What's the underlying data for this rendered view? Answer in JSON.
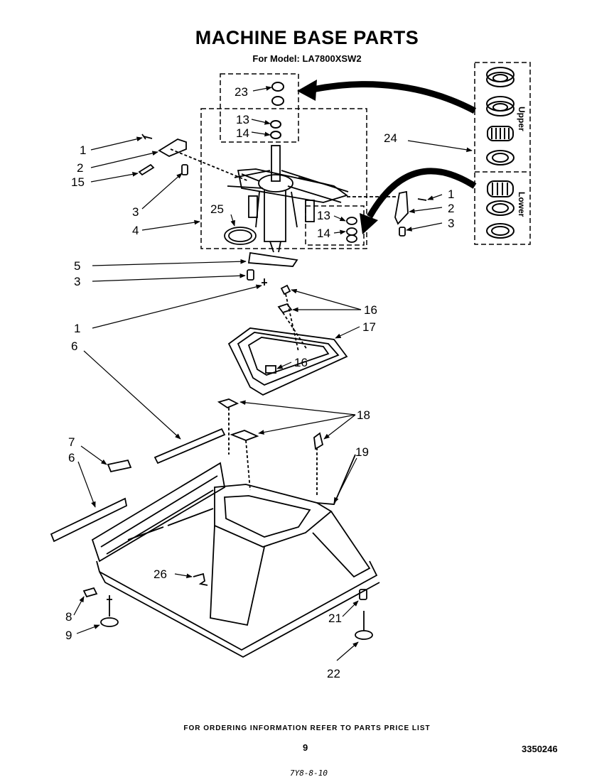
{
  "page": {
    "title": "MACHINE BASE PARTS",
    "subtitle": "For Model: LA7800XSW2",
    "footer_note": "FOR ORDERING INFORMATION REFER TO PARTS PRICE LIST",
    "page_number": "9",
    "doc_number": "3350246",
    "handwritten_note": "7Y8-8-10"
  },
  "inset": {
    "upper_label": "Upper",
    "lower_label": "Lower"
  },
  "callouts": [
    {
      "id": "c23",
      "label": "23"
    },
    {
      "id": "c13a",
      "label": "13"
    },
    {
      "id": "c14a",
      "label": "14"
    },
    {
      "id": "c1a",
      "label": "1"
    },
    {
      "id": "c2a",
      "label": "2"
    },
    {
      "id": "c15",
      "label": "15"
    },
    {
      "id": "c3a",
      "label": "3"
    },
    {
      "id": "c25",
      "label": "25"
    },
    {
      "id": "c4",
      "label": "4"
    },
    {
      "id": "c24",
      "label": "24"
    },
    {
      "id": "c1b",
      "label": "1"
    },
    {
      "id": "c2b",
      "label": "2"
    },
    {
      "id": "c3b",
      "label": "3"
    },
    {
      "id": "c13b",
      "label": "13"
    },
    {
      "id": "c14b",
      "label": "14"
    },
    {
      "id": "c5",
      "label": "5"
    },
    {
      "id": "c3c",
      "label": "3"
    },
    {
      "id": "c1c",
      "label": "1"
    },
    {
      "id": "c16a",
      "label": "16"
    },
    {
      "id": "c17",
      "label": "17"
    },
    {
      "id": "c16b",
      "label": "16"
    },
    {
      "id": "c6a",
      "label": "6"
    },
    {
      "id": "c18",
      "label": "18"
    },
    {
      "id": "c7",
      "label": "7"
    },
    {
      "id": "c6b",
      "label": "6"
    },
    {
      "id": "c19",
      "label": "19"
    },
    {
      "id": "c26",
      "label": "26"
    },
    {
      "id": "c8",
      "label": "8"
    },
    {
      "id": "c9",
      "label": "9"
    },
    {
      "id": "c21",
      "label": "21"
    },
    {
      "id": "c22",
      "label": "22"
    }
  ]
}
